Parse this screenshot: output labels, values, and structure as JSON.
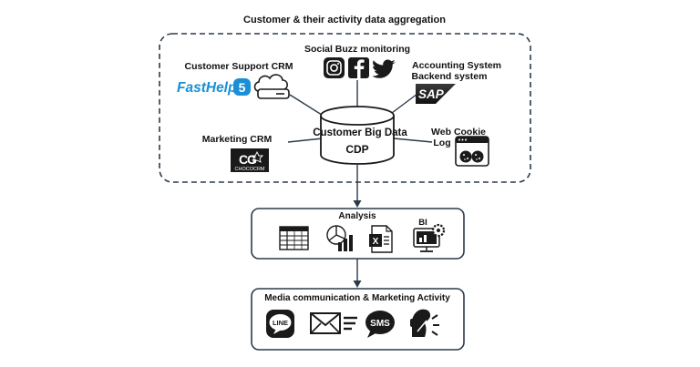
{
  "title": "Customer & their activity data aggregation",
  "sources": {
    "social": {
      "label": "Social Buzz monitoring",
      "icons": [
        "instagram-icon",
        "facebook-icon",
        "twitter-icon"
      ]
    },
    "support": {
      "label": "Customer Support  CRM",
      "logo_text": "FastHelp",
      "logo_badge": "5",
      "icon": "cloud-server-icon"
    },
    "accounting": {
      "label_line1": "Accounting System",
      "label_line2": "Backend system",
      "logo_text": "SAP"
    },
    "marketing": {
      "label": "Marketing CRM",
      "logo_text": "CHOCOCRM"
    },
    "web": {
      "label_line1": "Web Cookie",
      "label_line2": "Log",
      "icon": "browser-cookie-icon"
    }
  },
  "hub": {
    "line1": "Customer Big Data",
    "line2": "CDP"
  },
  "analysis": {
    "label": "Analysis",
    "bi_label": "BI",
    "excel_letter": "X",
    "icons": [
      "spreadsheet-icon",
      "pie-bar-chart-icon",
      "excel-icon",
      "bi-dashboard-icon"
    ]
  },
  "media": {
    "label": "Media communication & Marketing Activity",
    "line_text": "LINE",
    "sms_text": "SMS",
    "icons": [
      "line-icon",
      "email-icon",
      "sms-icon",
      "call-center-icon"
    ]
  },
  "colors": {
    "stroke": "#2b3a4a",
    "dark": "#1a1a1a",
    "fasthelp": "#1a8fd6",
    "sap_grad_top": "#1a1a1a"
  }
}
